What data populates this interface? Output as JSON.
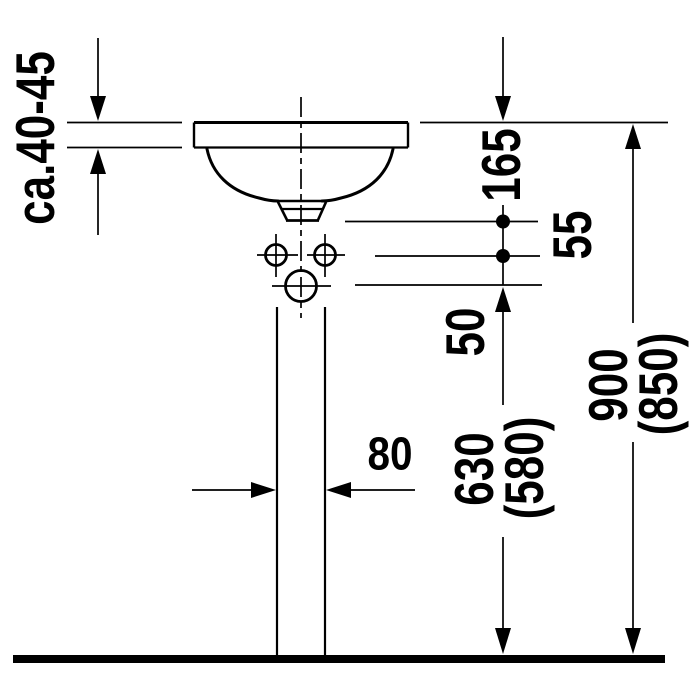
{
  "colors": {
    "line": "#000000",
    "background": "#ffffff"
  },
  "dimensions": {
    "counter_thickness": "ca.40-45",
    "rim_to_outlet": "165",
    "outlet_to_taphole": "55",
    "taphole_to_supply": "50",
    "pipe_spacing": "80",
    "supply_height": "630",
    "supply_height_alt": "(580)",
    "rim_height": "900",
    "rim_height_alt": "(850)"
  }
}
